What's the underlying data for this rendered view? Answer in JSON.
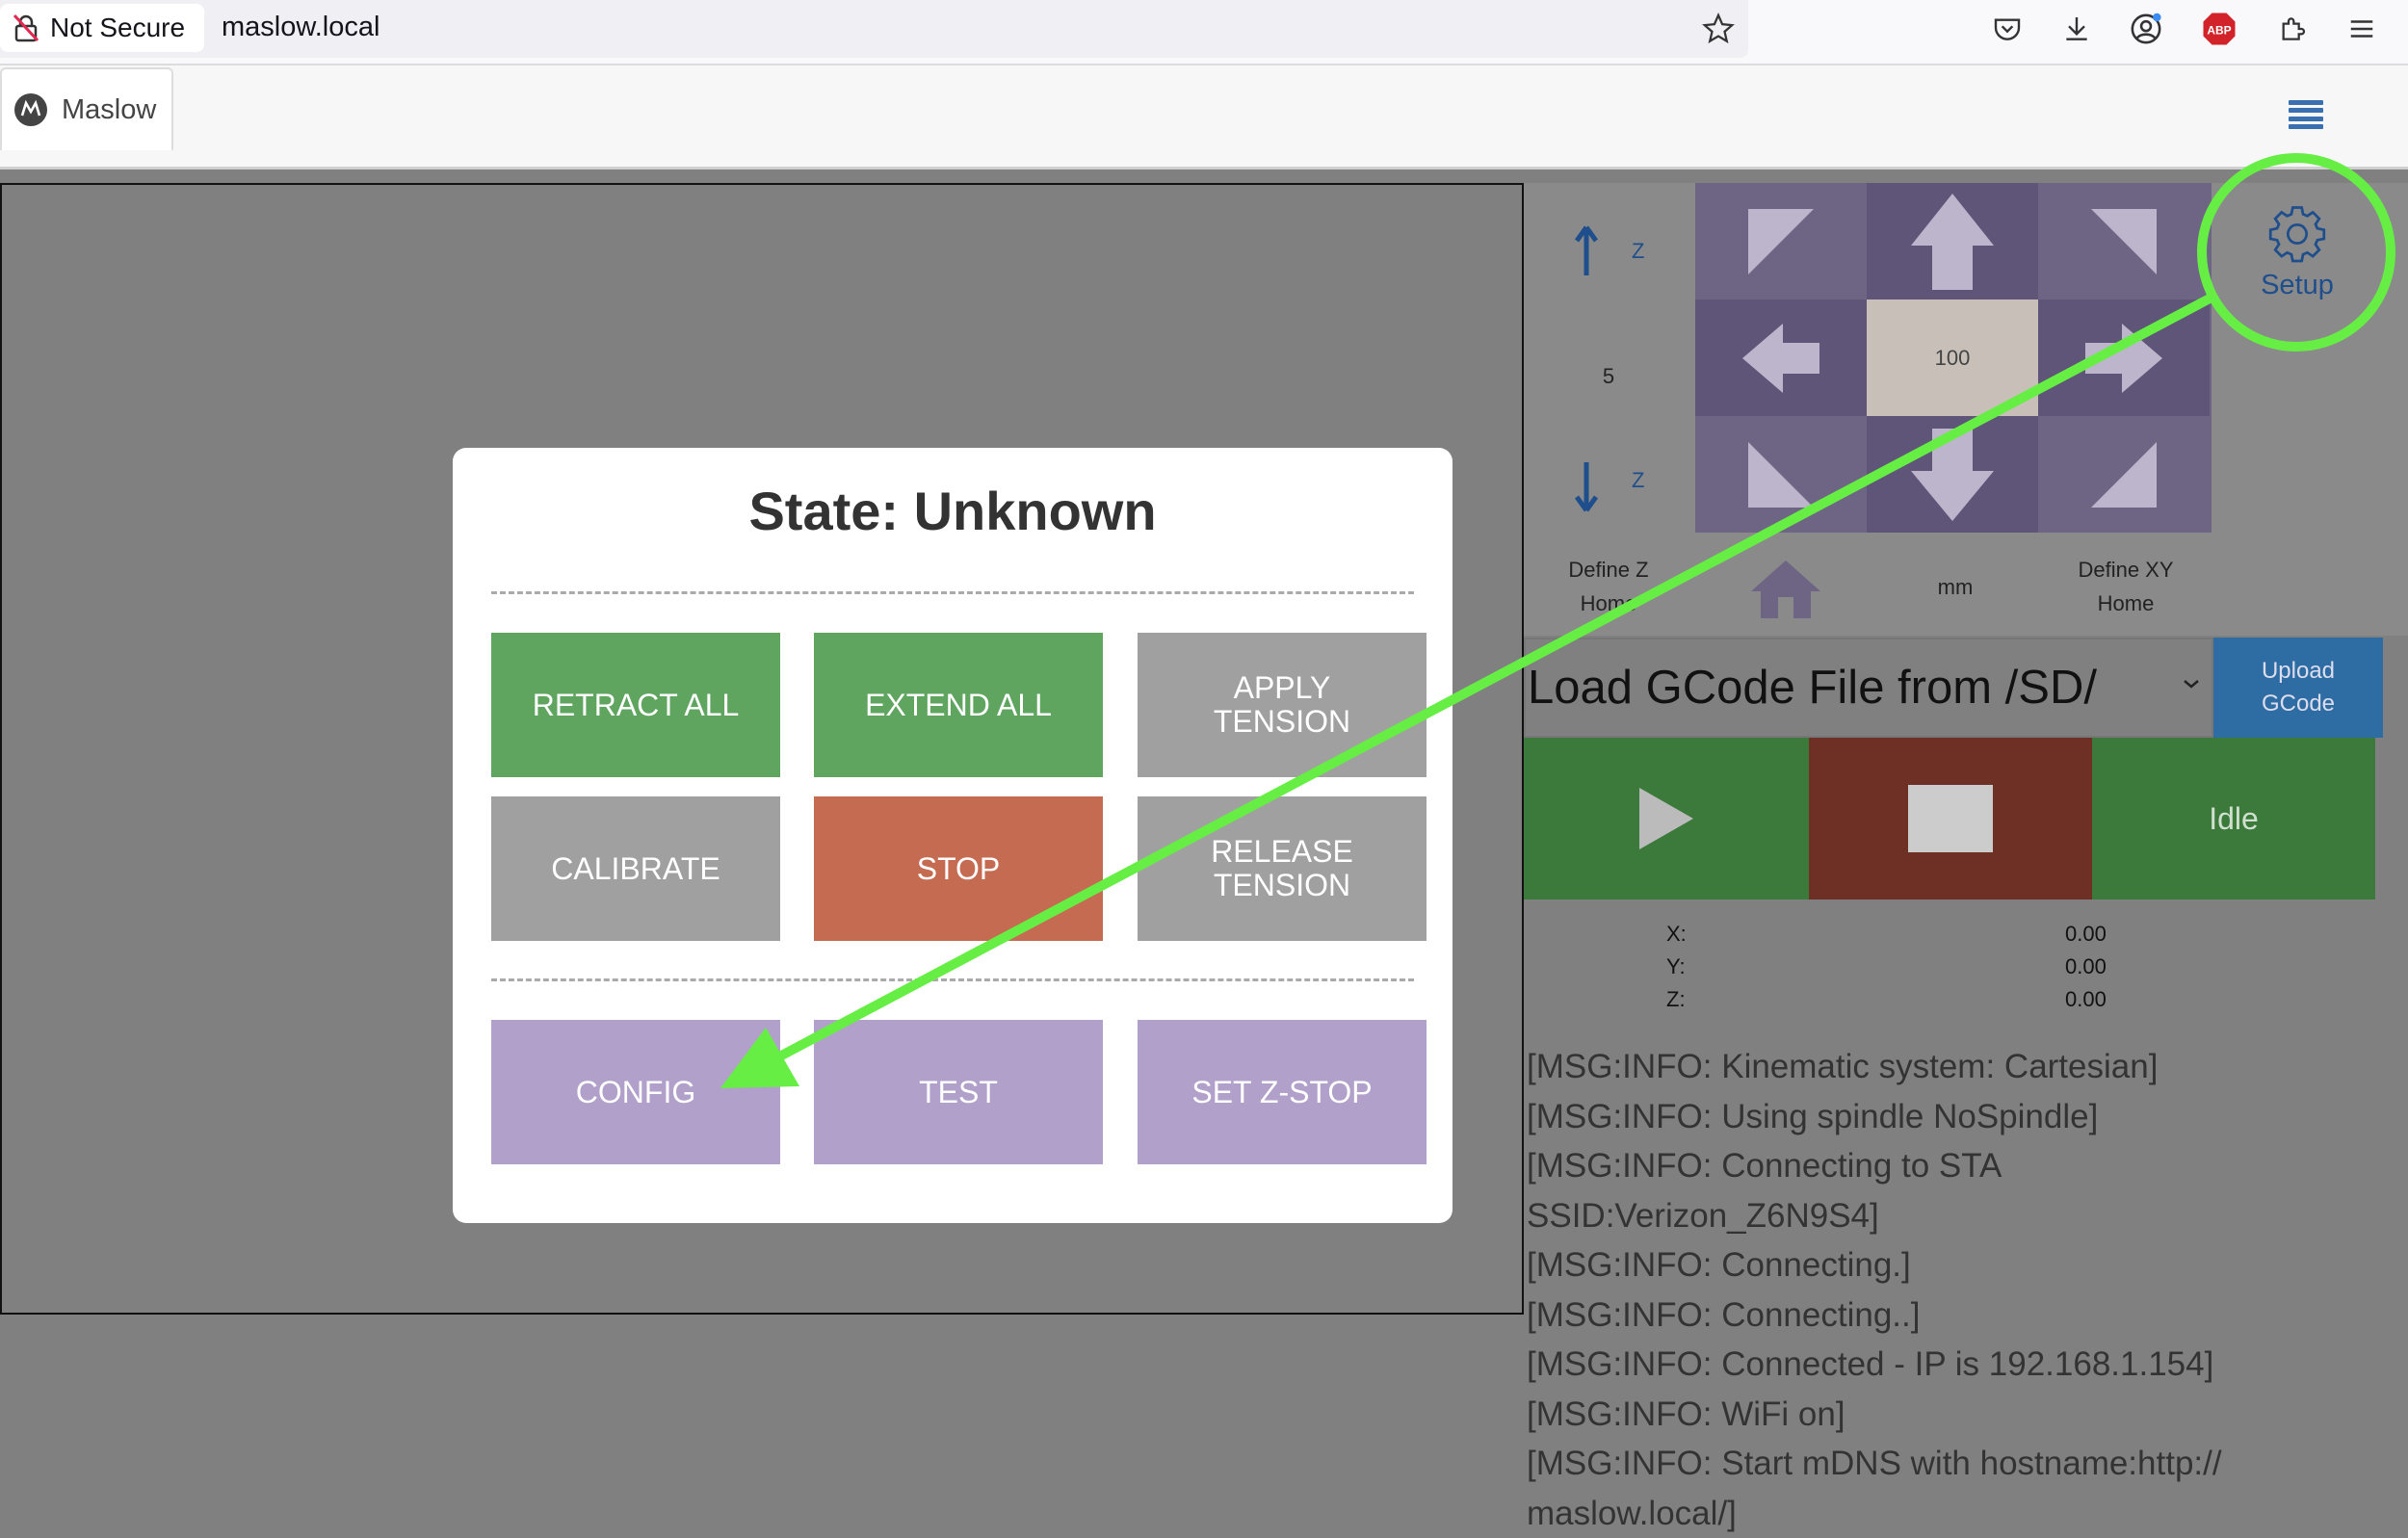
{
  "browser": {
    "security_label": "Not Secure",
    "url": "maslow.local",
    "tab_title": "Maslow"
  },
  "modal": {
    "title": "State: Unknown",
    "buttons": {
      "retract_all": "RETRACT ALL",
      "extend_all": "EXTEND ALL",
      "apply_tension": "APPLY TENSION",
      "calibrate": "CALIBRATE",
      "stop": "STOP",
      "release_tension": "RELEASE TENSION",
      "config": "CONFIG",
      "test": "TEST",
      "set_z_stop": "SET Z-STOP"
    }
  },
  "jog": {
    "z_up_label": "Z",
    "z_step": "5",
    "z_down_label": "Z",
    "define_z_home": "Define Z Home",
    "xy_step": "100",
    "units": "mm",
    "define_xy_home": "Define XY Home"
  },
  "setup": {
    "label": "Setup"
  },
  "gcode": {
    "select_value": "Load GCode File from /SD/",
    "upload_label": "Upload GCode",
    "status": "Idle"
  },
  "coords": [
    {
      "axis": "X:",
      "value": "0.00"
    },
    {
      "axis": "Y:",
      "value": "0.00"
    },
    {
      "axis": "Z:",
      "value": "0.00"
    }
  ],
  "log": [
    "[MSG:INFO: Kinematic system: Cartesian]",
    "[MSG:INFO: Using spindle NoSpindle]",
    "[MSG:INFO: Connecting to STA SSID:Verizon_Z6N9S4]",
    "[MSG:INFO: Connecting.]",
    "[MSG:INFO: Connecting..]",
    "[MSG:INFO: Connected - IP is 192.168.1.154]",
    "[MSG:INFO: WiFi on]",
    "[MSG:INFO: Start mDNS with hostname:http:// maslow.local/]"
  ],
  "colors": {
    "annotation": "#66ee44",
    "accent_blue": "#2e6da4"
  }
}
